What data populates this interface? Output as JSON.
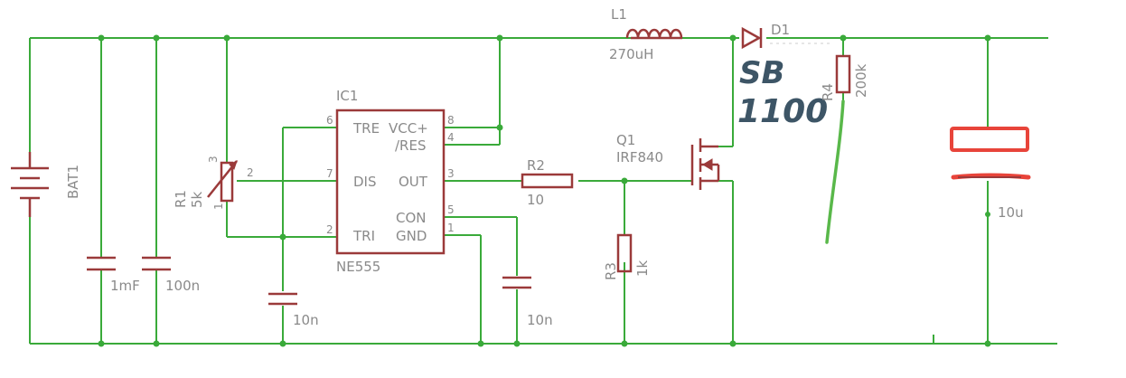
{
  "components": {
    "bat1": {
      "ref": "BAT1"
    },
    "c_1mf": {
      "value": "1mF"
    },
    "c_100n": {
      "value": "100n"
    },
    "r1": {
      "ref": "R1",
      "value": "5k",
      "pin1": "1",
      "pin2": "2",
      "pin3": "3"
    },
    "ic1": {
      "ref": "IC1",
      "value": "NE555",
      "pin_names": {
        "tre": "TRE",
        "vcc": "VCC+",
        "res": "/RES",
        "dis": "DIS",
        "out": "OUT",
        "con": "CON",
        "tri": "TRI",
        "gnd": "GND"
      },
      "pin_numbers": {
        "p6": "6",
        "p8": "8",
        "p4": "4",
        "p7": "7",
        "p3": "3",
        "p2": "2",
        "p5": "5",
        "p1": "1"
      }
    },
    "c_10n_a": {
      "value": "10n"
    },
    "c_10n_b": {
      "value": "10n"
    },
    "r2": {
      "ref": "R2",
      "value": "10"
    },
    "r3": {
      "ref": "R3",
      "value": "1k"
    },
    "q1": {
      "ref": "Q1",
      "value": "IRF840"
    },
    "l1": {
      "ref": "L1",
      "value": "270uH"
    },
    "d1": {
      "ref": "D1",
      "handwritten_value_line1": "SB",
      "handwritten_value_line2": "1100"
    },
    "r4": {
      "ref": "R4",
      "value": "200k"
    },
    "c_out": {
      "value": "10u"
    }
  },
  "colors": {
    "wire": "#3aaa3a",
    "component": "#9b3a3a",
    "label": "#8a8a8a",
    "handwriting": "#3d5566",
    "red_annotation": "#e8443a",
    "green_annotation": "#59b84a"
  }
}
